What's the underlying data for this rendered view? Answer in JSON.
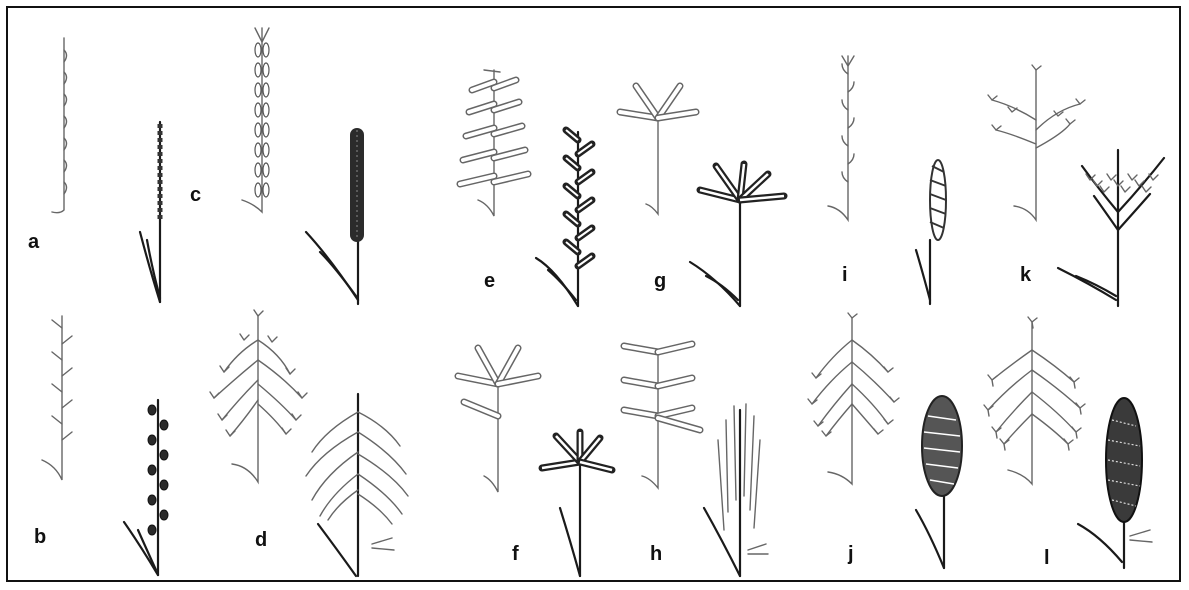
{
  "figure": {
    "panel_labels": [
      "a",
      "b",
      "c",
      "d",
      "e",
      "f",
      "g",
      "h",
      "i",
      "j",
      "k",
      "l"
    ]
  }
}
